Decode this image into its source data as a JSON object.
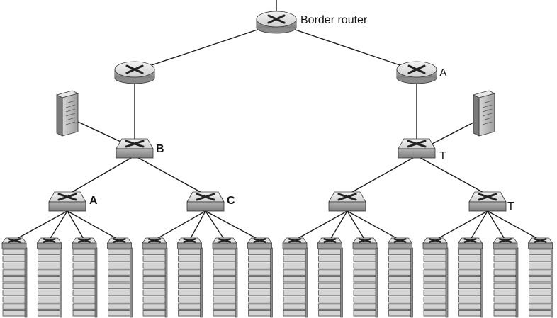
{
  "labels": {
    "border_router": "Border router",
    "access_router_right": "A",
    "tier1_left": "B",
    "tier1_right": "T",
    "tor_a": "A",
    "tor_c": "C",
    "tor_right": "T"
  },
  "topology": {
    "server_racks": 16,
    "tier2_switches": 4,
    "racks_per_tier2_switch": 4
  },
  "colors": {
    "line": "#1a1a1a",
    "device_top": "#e6e6e6",
    "device_side": "#9a9a9a",
    "mark": "#222222"
  }
}
